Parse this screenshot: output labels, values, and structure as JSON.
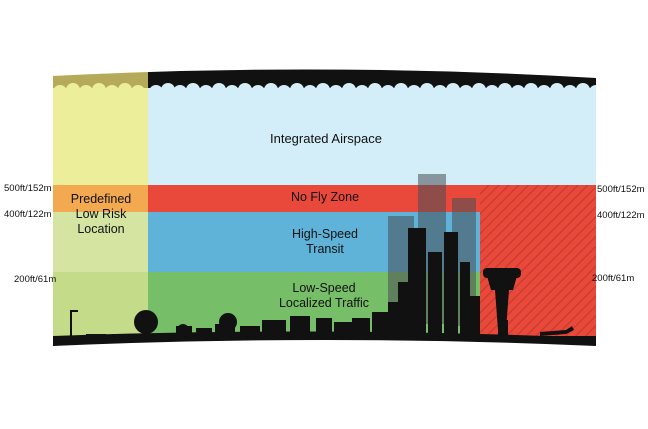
{
  "zones": {
    "integrated_airspace": "Integrated Airspace",
    "no_fly_zone": "No Fly Zone",
    "high_speed_transit_line1": "High-Speed",
    "high_speed_transit_line2": "Transit",
    "low_speed_line1": "Low-Speed",
    "low_speed_line2": "Localized Traffic",
    "predefined_line1": "Predefined",
    "predefined_line2": "Low Risk",
    "predefined_line3": "Location"
  },
  "altitudes": {
    "left_500": "500ft/152m",
    "left_400": "400ft/122m",
    "left_200": "200ft/61m",
    "right_500": "500ft/152m",
    "right_400": "400ft/122m",
    "right_200": "200ft/61m"
  },
  "colors": {
    "integrated_airspace": "#d3eef8",
    "no_fly_zone": "#e8493b",
    "high_speed_transit": "#5fb2d8",
    "low_speed_traffic": "#77be68",
    "predefined_top": "#ecee9a",
    "predefined_band": "#f3a94f",
    "predefined_bottom": "#c4db8a",
    "skyline": "#111111",
    "cloud_strip_left": "#b5aa5a"
  }
}
